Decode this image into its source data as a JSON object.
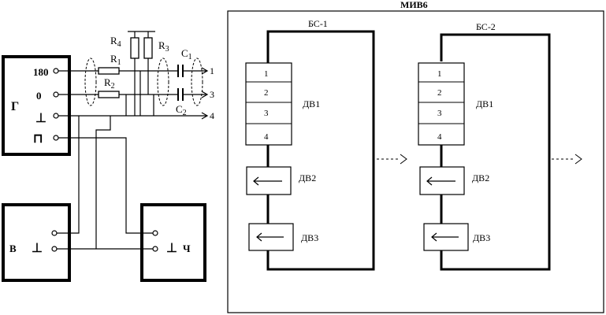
{
  "block_g": {
    "label": "Г",
    "ports": [
      "180",
      "0",
      "⊥",
      "⊓"
    ]
  },
  "block_v": {
    "label": "В",
    "ground": "⊥"
  },
  "block_ch": {
    "label": "Ч",
    "ground": "⊥"
  },
  "resistors": {
    "r1": "R",
    "r1_sub": "1",
    "r2": "R",
    "r2_sub": "2",
    "r3": "R",
    "r3_sub": "3",
    "r4": "R",
    "r4_sub": "4"
  },
  "capacitors": {
    "c1": "C",
    "c1_sub": "1",
    "c2": "C",
    "c2_sub": "2"
  },
  "outputs": [
    "1",
    "3",
    "4"
  ],
  "miv": {
    "title": "МИВ6"
  },
  "bs1": {
    "title": "БС-1",
    "cells": [
      "1",
      "2",
      "3",
      "4"
    ],
    "dv1": "ДВ1",
    "dv2": "ДВ2",
    "dv3": "ДВ3"
  },
  "bs2": {
    "title": "БС-2",
    "cells": [
      "1",
      "2",
      "3",
      "4"
    ],
    "dv1": "ДВ1",
    "dv2": "ДВ2",
    "dv3": "ДВ3"
  }
}
